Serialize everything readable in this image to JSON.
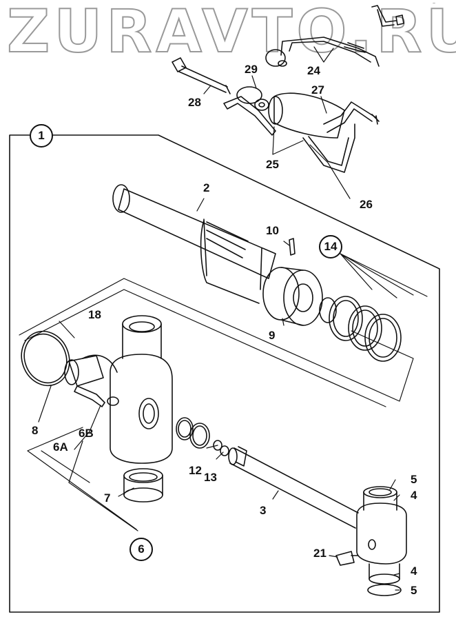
{
  "watermark": "ZURAVTO.RU",
  "corner_mark": "~",
  "callouts": {
    "c1": "1",
    "c2": "2",
    "c3": "3",
    "c4a": "4",
    "c4b": "4",
    "c5a": "5",
    "c5b": "5",
    "c6": "6",
    "c6a": "6A",
    "c6b": "6B",
    "c7": "7",
    "c8": "8",
    "c9": "9",
    "c10": "10",
    "c12": "12",
    "c13": "13",
    "c14": "14",
    "c18": "18",
    "c21": "21",
    "c24": "24",
    "c25": "25",
    "c26": "26",
    "c27": "27",
    "c28": "28",
    "c29": "29"
  }
}
